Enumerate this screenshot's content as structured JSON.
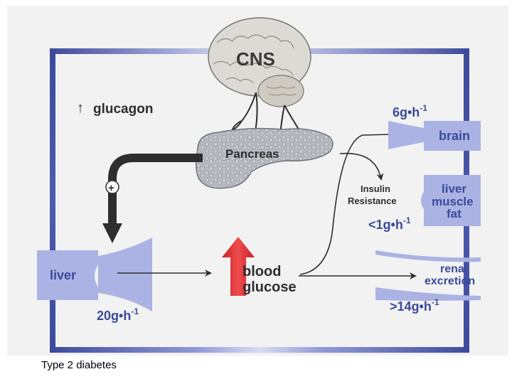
{
  "diagram": {
    "cns_label": "CNS",
    "glucagon_arrow": "↑",
    "glucagon_label": "glucagon",
    "pancreas_label": "Pancreas",
    "plus_sign": "+",
    "liver_left_label": "liver",
    "liver_rate": {
      "value": "20g•h",
      "exp": "-1"
    },
    "blood_line1": "blood",
    "blood_line2": "glucose",
    "insulin_line1": "Insulin",
    "insulin_line2": "Resistance",
    "brain_rate": {
      "value": "6g•h",
      "exp": "-1"
    },
    "brain_label": "brain",
    "tissue_line1": "liver",
    "tissue_line2": "muscle",
    "tissue_line3": "fat",
    "tissue_rate": {
      "value": "<1g•h",
      "exp": "-1"
    },
    "renal_line1": "renal",
    "renal_line2": "excretion",
    "renal_rate": {
      "value": ">14g•h",
      "exp": "-1"
    }
  },
  "caption": "Type 2 diabetes",
  "colors": {
    "frame": "#3d4a9c",
    "organ_fill": "#aab3e3",
    "organ_text": "#3b4a9a",
    "arrow_dark": "#2e2e2e",
    "blood_arrow": "#e0363a",
    "pancreas": "#b9bcc2",
    "brain": "#dcdad4"
  }
}
